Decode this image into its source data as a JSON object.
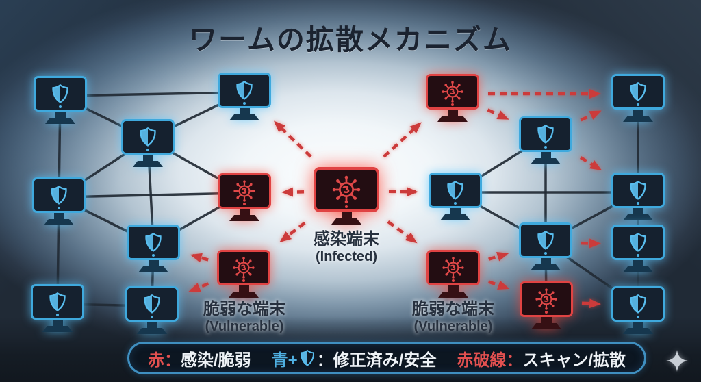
{
  "title": "ワームの拡散メカニズム",
  "labels": {
    "infected": "感染端末",
    "infected_en": "(Infected)",
    "vulnerable": "脆弱な端末",
    "vulnerable_en": "(Vulnerable)"
  },
  "legend": {
    "red_key": "赤：",
    "red_text": "感染/脆弱",
    "blue_key": "青+",
    "blue_text": "：修正済み/安全",
    "dash_key": "赤破線：",
    "dash_text": "スキャン/拡散"
  },
  "network": {
    "computers": [
      {
        "id": "A1",
        "status": "safe"
      },
      {
        "id": "A2",
        "status": "safe"
      },
      {
        "id": "A3",
        "status": "safe"
      },
      {
        "id": "A4",
        "status": "safe"
      },
      {
        "id": "A5",
        "status": "safe"
      },
      {
        "id": "A6",
        "status": "safe"
      },
      {
        "id": "A7",
        "status": "safe"
      },
      {
        "id": "R1",
        "status": "infected"
      },
      {
        "id": "R2",
        "status": "vulnerable"
      },
      {
        "id": "CEN",
        "status": "infected",
        "role": "source"
      },
      {
        "id": "B1",
        "status": "infected"
      },
      {
        "id": "B2",
        "status": "safe"
      },
      {
        "id": "B3",
        "status": "safe"
      },
      {
        "id": "B4",
        "status": "safe"
      },
      {
        "id": "B5",
        "status": "infected"
      },
      {
        "id": "B6",
        "status": "vulnerable"
      },
      {
        "id": "C1",
        "status": "safe"
      },
      {
        "id": "C2",
        "status": "safe"
      },
      {
        "id": "C3",
        "status": "safe"
      },
      {
        "id": "C4",
        "status": "safe"
      }
    ],
    "links": [
      [
        "A1",
        "A2"
      ],
      [
        "A1",
        "A3"
      ],
      [
        "A1",
        "A4"
      ],
      [
        "A3",
        "A2"
      ],
      [
        "A3",
        "A4"
      ],
      [
        "A3",
        "A5"
      ],
      [
        "A3",
        "R1"
      ],
      [
        "A4",
        "R1"
      ],
      [
        "A4",
        "A5"
      ],
      [
        "A4",
        "A6"
      ],
      [
        "A5",
        "R1"
      ],
      [
        "A5",
        "A7"
      ],
      [
        "A6",
        "A7"
      ],
      [
        "B3",
        "B2"
      ],
      [
        "B3",
        "C2"
      ],
      [
        "B3",
        "B4"
      ],
      [
        "B2",
        "B4"
      ],
      [
        "B4",
        "C2"
      ],
      [
        "B4",
        "B5"
      ],
      [
        "B4",
        "C4"
      ],
      [
        "C1",
        "C2"
      ],
      [
        "C2",
        "C3"
      ],
      [
        "C3",
        "C4"
      ]
    ],
    "scans": [
      [
        "CEN",
        "A2"
      ],
      [
        "CEN",
        "R1"
      ],
      [
        "CEN",
        "R2"
      ],
      [
        "CEN",
        "B1"
      ],
      [
        "CEN",
        "B3"
      ],
      [
        "CEN",
        "B6"
      ],
      [
        "R2",
        "A5"
      ],
      [
        "R2",
        "A7"
      ],
      [
        "B6",
        "B4"
      ],
      [
        "B6",
        "B5"
      ],
      [
        "B1",
        "C1"
      ],
      [
        "B1",
        "B2"
      ],
      [
        "B2",
        "C1"
      ],
      [
        "B2",
        "C2"
      ],
      [
        "B4",
        "C3"
      ],
      [
        "B5",
        "C4"
      ]
    ]
  },
  "colors": {
    "infected_red": "#e04343",
    "safe_blue": "#4db3e6",
    "scan_arrow": "#cc3b3b",
    "link_line": "#222b35",
    "legend_border": "#3f8fc0"
  },
  "icons": {
    "shield": "shield-icon",
    "virus": "virus-icon",
    "sparkle": "sparkle-icon"
  }
}
